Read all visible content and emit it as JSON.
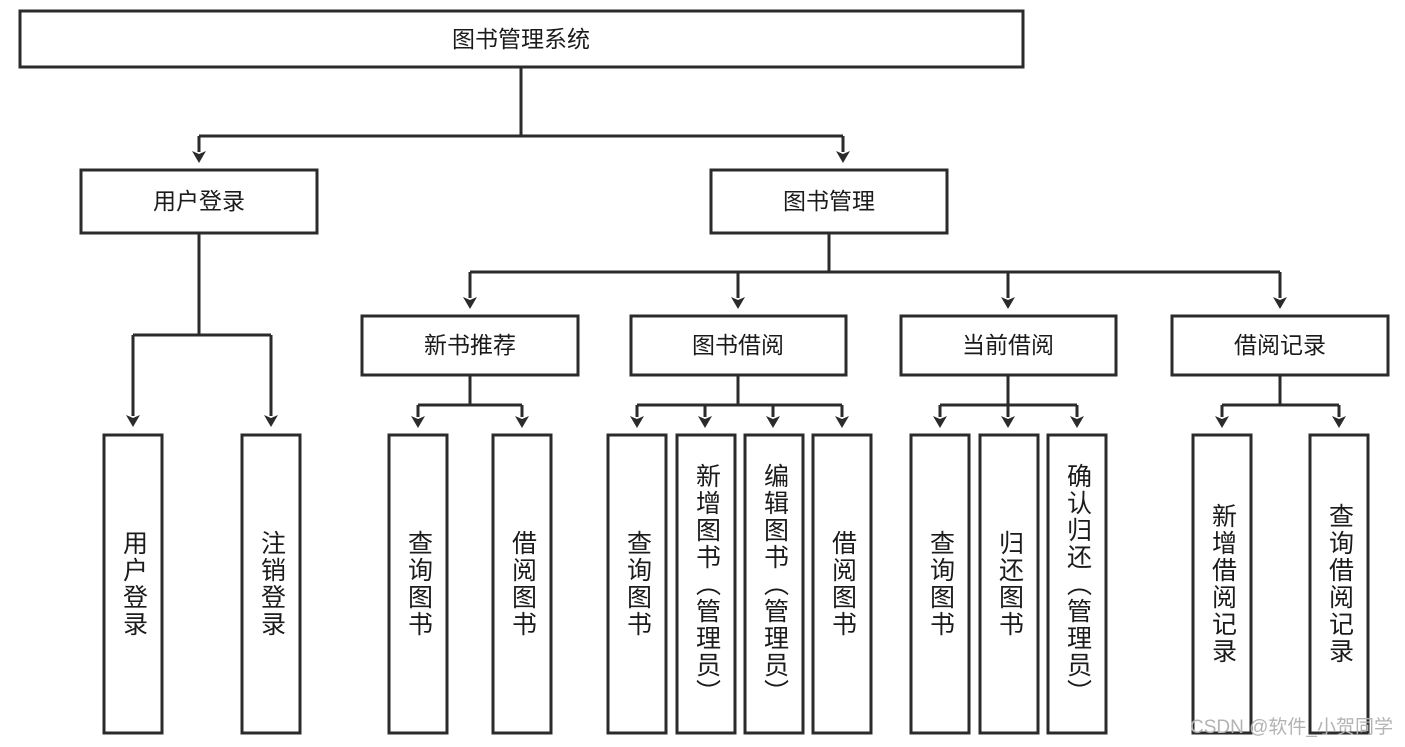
{
  "diagram": {
    "title_node": {
      "label": "图书管理系统"
    },
    "level2": [
      {
        "id": "user-login",
        "label": "用户登录"
      },
      {
        "id": "book-management",
        "label": "图书管理"
      }
    ],
    "level3": [
      {
        "id": "new-book-recommend",
        "label": "新书推荐"
      },
      {
        "id": "book-borrow",
        "label": "图书借阅"
      },
      {
        "id": "current-borrow",
        "label": "当前借阅"
      },
      {
        "id": "borrow-record",
        "label": "借阅记录"
      }
    ],
    "leaves": {
      "user_login": [
        {
          "id": "leaf-user-login",
          "label": "用户登录"
        },
        {
          "id": "leaf-logout-login",
          "label": "注销登录"
        }
      ],
      "new_book_recommend": [
        {
          "id": "leaf-query-book-1",
          "label": "查询图书"
        },
        {
          "id": "leaf-borrow-book-1",
          "label": "借阅图书"
        }
      ],
      "book_borrow": [
        {
          "id": "leaf-query-book-2",
          "label": "查询图书"
        },
        {
          "id": "leaf-add-book",
          "label": "新增图书（管理员）"
        },
        {
          "id": "leaf-edit-book",
          "label": "编辑图书（管理员）"
        },
        {
          "id": "leaf-borrow-book-2",
          "label": "借阅图书"
        }
      ],
      "current_borrow": [
        {
          "id": "leaf-query-book-3",
          "label": "查询图书"
        },
        {
          "id": "leaf-return-book",
          "label": "归还图书"
        },
        {
          "id": "leaf-confirm-return",
          "label": "确认归还（管理员）"
        }
      ],
      "borrow_record": [
        {
          "id": "leaf-add-record",
          "label": "新增借阅记录"
        },
        {
          "id": "leaf-query-record",
          "label": "查询借阅记录"
        }
      ]
    }
  },
  "watermark": {
    "text": "CSDN @软件_小贺同学"
  },
  "colors": {
    "stroke": "#2b2b2b",
    "fill": "#ffffff",
    "text": "#1b1b1b",
    "watermark": "#b3b3b3"
  }
}
